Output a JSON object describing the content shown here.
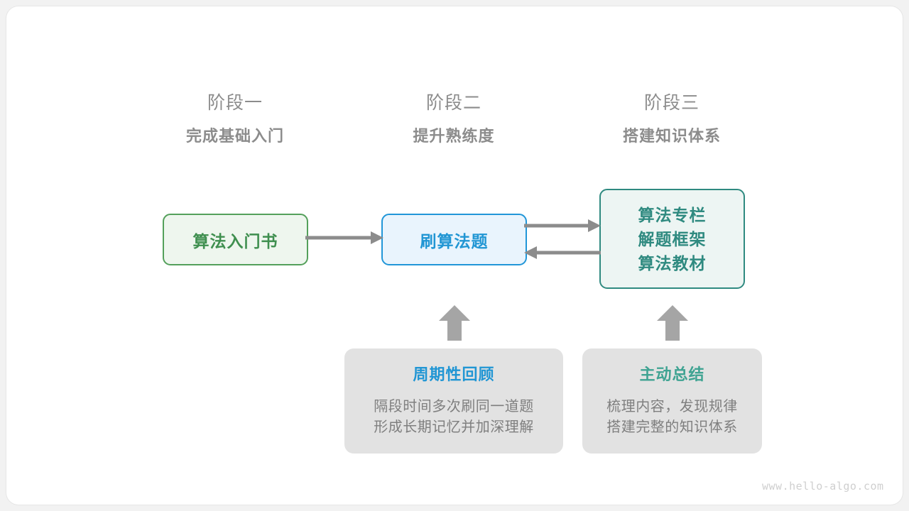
{
  "canvas": {
    "background_color": "#f2f2f2",
    "card_color": "#ffffff"
  },
  "stages": [
    {
      "name": "阶段一",
      "goal": "完成基础入门"
    },
    {
      "name": "阶段二",
      "goal": "提升熟练度"
    },
    {
      "name": "阶段三",
      "goal": "搭建知识体系"
    }
  ],
  "boxes": {
    "book": {
      "label": "算法入门书",
      "text_color": "#3f8f4f",
      "border_color": "#54a05b",
      "fill_color": "#eef6ee"
    },
    "practice": {
      "label": "刷算法题",
      "text_color": "#2196d4",
      "border_color": "#2196d8",
      "fill_color": "#e9f4fd"
    },
    "resources": {
      "lines": [
        "算法专栏",
        "解题框架",
        "算法教材"
      ],
      "text_color": "#2f8a80",
      "border_color": "#2f8a80",
      "fill_color": "#edf5f3"
    }
  },
  "notes": [
    {
      "title": "周期性回顾",
      "title_color": "#2196d4",
      "lines": [
        "隔段时间多次刷同一道题",
        "形成长期记忆并加深理解"
      ],
      "fill_color": "#e2e2e2"
    },
    {
      "title": "主动总结",
      "title_color": "#3fa392",
      "lines": [
        "梳理内容，发现规律",
        "搭建完整的知识体系"
      ],
      "fill_color": "#e2e2e2"
    }
  ],
  "arrows": {
    "color": "#8c8c8c",
    "book_to_practice": "arrow-right",
    "practice_to_resources": "arrow-right",
    "resources_to_practice": "arrow-left",
    "review_to_practice": "arrow-up",
    "summary_to_resources": "arrow-up"
  },
  "watermark": {
    "text": "www.hello-algo.com",
    "color": "#cfcfcf"
  },
  "stage_label_color": "#8c8c8c"
}
